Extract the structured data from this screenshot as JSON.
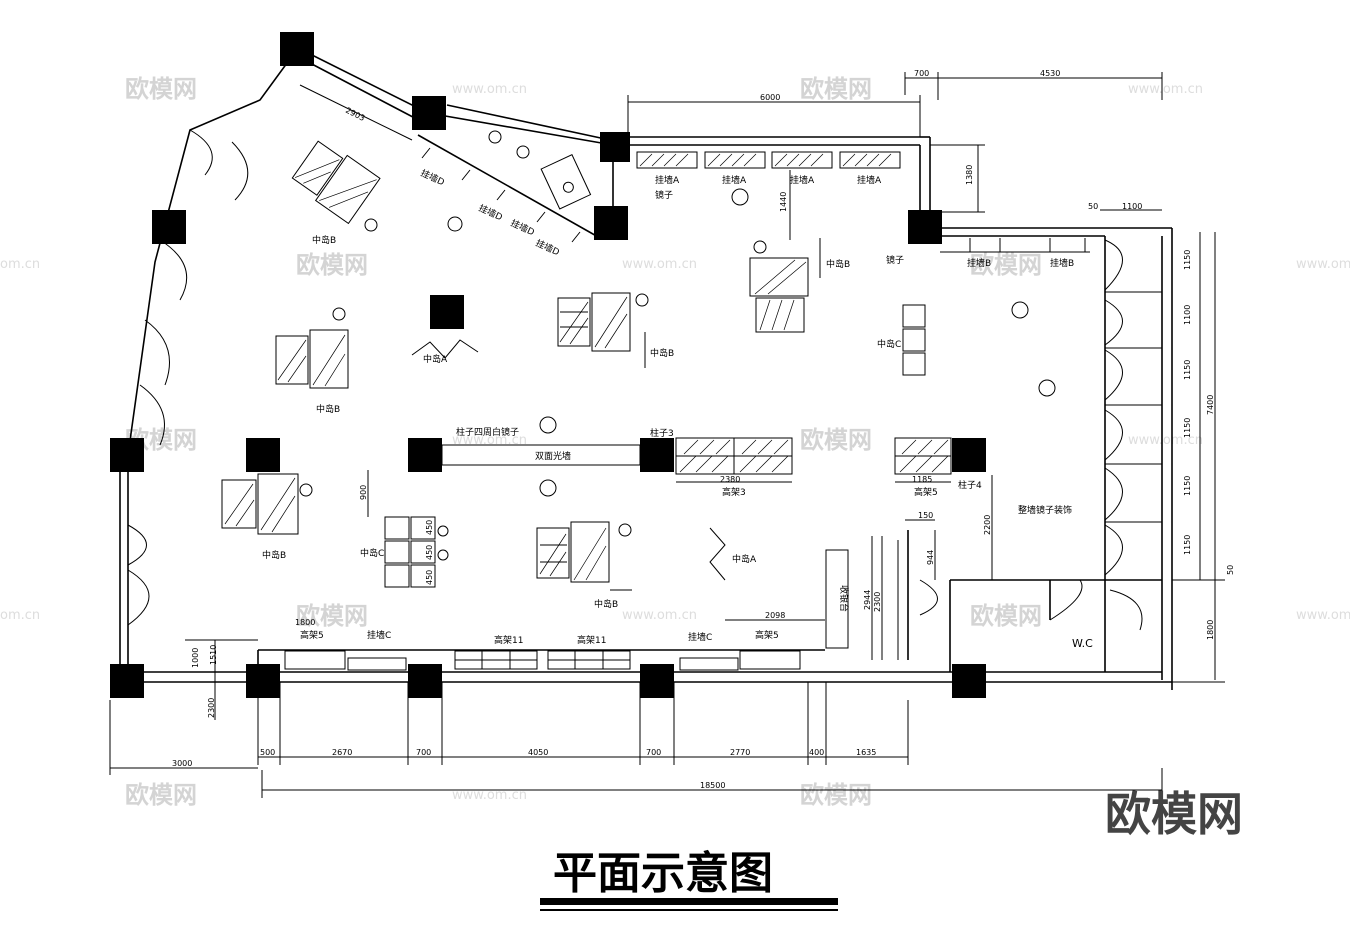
{
  "title": "平面示意图",
  "brand": "欧模网",
  "watermark": {
    "text": "欧模网",
    "url": "www.om.cn",
    "url_short": "om.cn"
  },
  "dimensions": {
    "top_6000": "6000",
    "top_700": "700",
    "top_4530": "4530",
    "d_2903": "2903",
    "d_1380": "1380",
    "d_1440": "1440",
    "d_50": "50",
    "d_1100": "1100",
    "r_1150a": "1150",
    "r_1100": "1100",
    "r_1150b": "1150",
    "r_1150c": "1150",
    "r_1150d": "1150",
    "r_1150e": "1150",
    "r_50": "50",
    "r_7400": "7400",
    "r_1800": "1800",
    "d_900": "900",
    "d_2380": "2380",
    "d_1185": "1185",
    "d_2200": "2200",
    "d_150": "150",
    "d_944": "944",
    "d_2944": "2944",
    "d_2300": "2300",
    "d_2098": "2098",
    "d_1800": "1800",
    "b_500": "500",
    "b_2670": "2670",
    "b_700a": "700",
    "b_4050": "4050",
    "b_700b": "700",
    "b_2770": "2770",
    "b_400": "400",
    "b_1635": "1635",
    "b_3000": "3000",
    "b_18500": "18500",
    "l_1000": "1000",
    "l_1510": "1510",
    "l_2300": "2300",
    "c_450a": "450",
    "c_450b": "450",
    "c_450c": "450"
  },
  "labels": {
    "zhongdao_b1": "中岛B",
    "zhongdao_b2": "中岛B",
    "zhongdao_b3": "中岛B",
    "zhongdao_b4": "中岛B",
    "zhongdao_b5": "中岛B",
    "zhongdao_b6": "中岛B",
    "zhongdao_a1": "中岛A",
    "zhongdao_a2": "中岛A",
    "zhongdao_c1": "中岛C",
    "zhongdao_c2": "中岛C",
    "guaqiang_a1": "挂墙A",
    "guaqiang_a2": "挂墙A",
    "guaqiang_a3": "挂墙A",
    "guaqiang_a4": "挂墙A",
    "guaqiang_b1": "挂墙B",
    "guaqiang_b2": "挂墙B",
    "guaqiang_d1": "挂墙D",
    "guaqiang_d2": "挂墙D",
    "guaqiang_d3": "挂墙D",
    "guaqiang_d4": "挂墙D",
    "guaqiang_c1": "挂墙C",
    "guaqiang_c2": "挂墙C",
    "jingzi1": "镜子",
    "jingzi2": "镜子",
    "pillar_mirror": "柱子四周白镜子",
    "double_light": "双面光墙",
    "zhuzi3": "柱子3",
    "zhuzi4": "柱子4",
    "gaojia3": "高架3",
    "gaojia5a": "高架5",
    "gaojia5b": "高架5",
    "gaojia5c": "高架5",
    "gaojia11a": "高架11",
    "gaojia11b": "高架11",
    "wall_mirror": "整墙镜子装饰",
    "cashier": "收银台",
    "wc": "W.C"
  }
}
